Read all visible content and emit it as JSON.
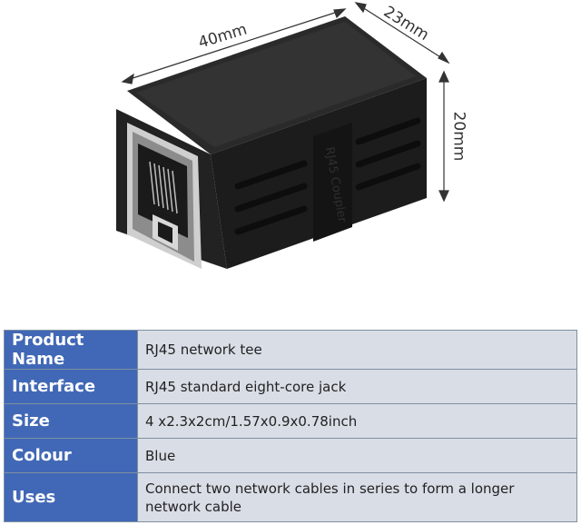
{
  "dimensions": {
    "length": "40mm",
    "width": "23mm",
    "height": "20mm"
  },
  "product_photo": {
    "description_icon": "rj45-coupler-image",
    "side_marking": "RJ45 Coupler"
  },
  "specs": [
    {
      "label": "Product Name",
      "value": "RJ45 network tee"
    },
    {
      "label": "Interface",
      "value": "RJ45 standard eight-core jack"
    },
    {
      "label": "Size",
      "value": "4 x2.3x2cm/1.57x0.9x0.78inch"
    },
    {
      "label": "Colour",
      "value": "Blue"
    },
    {
      "label": "Uses",
      "value": "Connect two network cables in series to form a longer network cable"
    }
  ],
  "colors": {
    "label_bg": "#4168b6",
    "value_bg": "#d9dde6",
    "border": "#7f8fa0"
  }
}
